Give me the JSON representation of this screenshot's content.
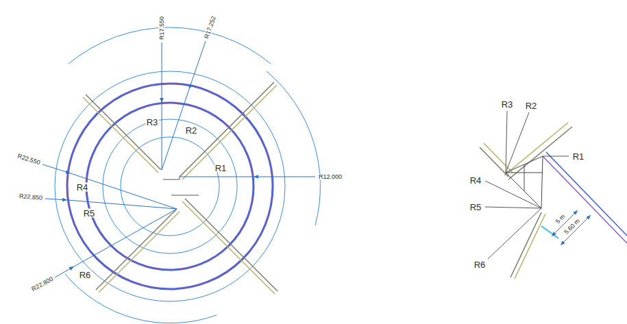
{
  "diagram": {
    "labels": [
      "R17.550",
      "R17.252",
      "R3",
      "R2",
      "R1",
      "R12.000",
      "R22.550",
      "R4",
      "R22.850",
      "R5",
      "R22.800",
      "R6",
      "R3",
      "R2",
      "R1",
      "R4",
      "R5",
      "R6",
      "5 m",
      "5.60 m"
    ]
  }
}
